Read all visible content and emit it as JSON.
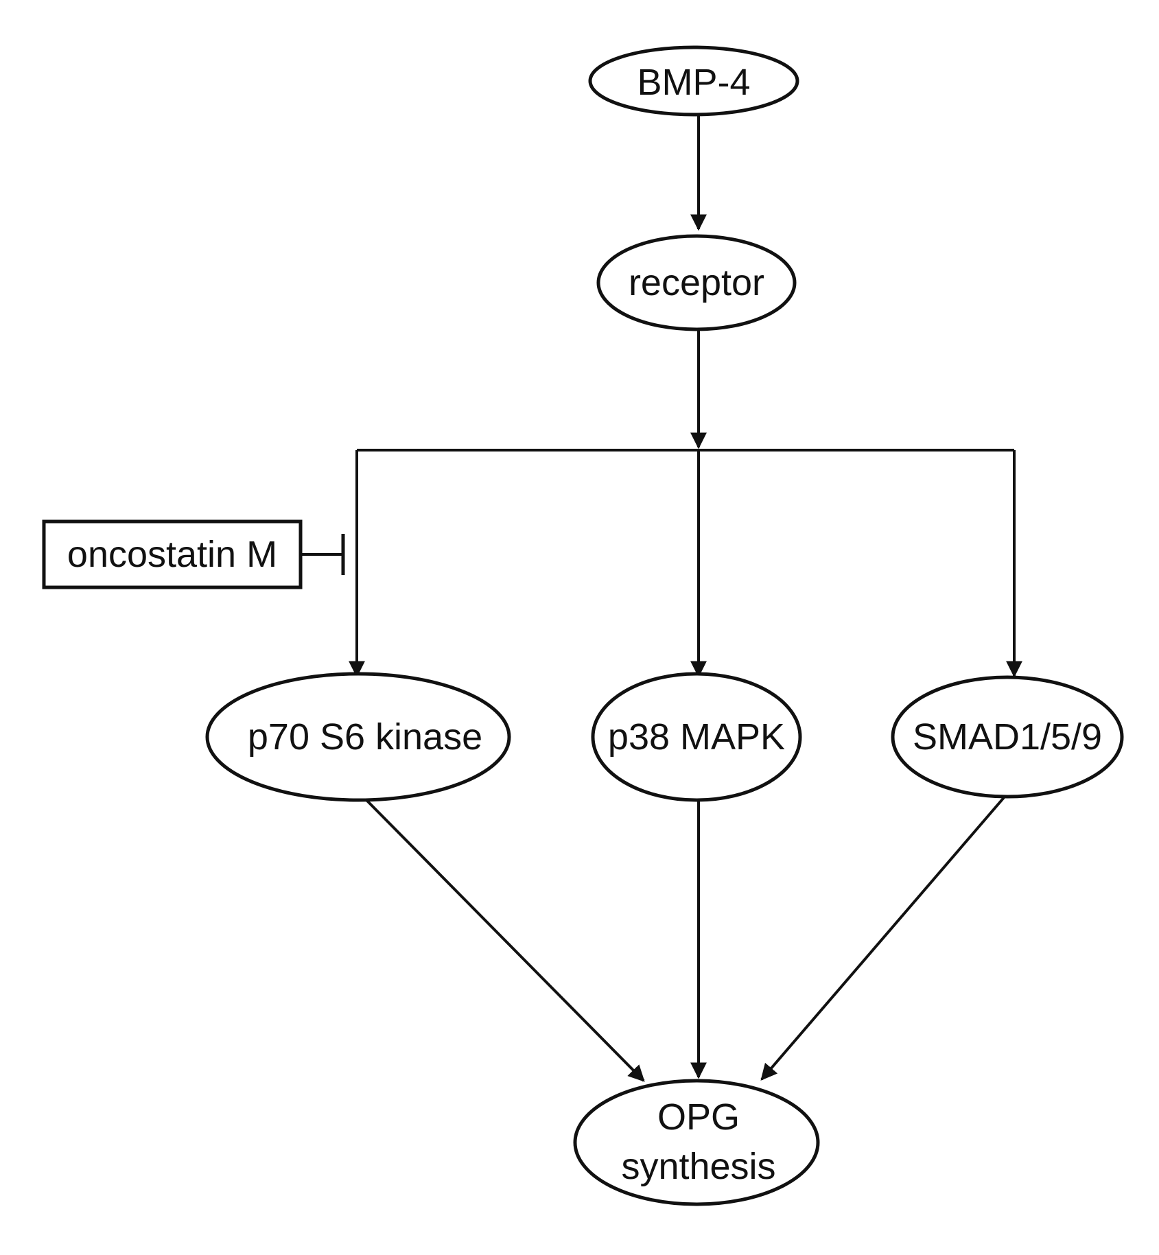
{
  "colors": {
    "line": "#111111",
    "background": "#ffffff"
  },
  "nodes": {
    "bmp4": {
      "label": "BMP-4"
    },
    "receptor": {
      "label": "receptor"
    },
    "oncostatin": {
      "label": "oncostatin M"
    },
    "p70": {
      "label": "p70 S6 kinase"
    },
    "p38": {
      "label": "p38 MAPK"
    },
    "smad": {
      "label": "SMAD1/5/9"
    },
    "opg": {
      "line1": "OPG",
      "line2": "synthesis"
    }
  }
}
